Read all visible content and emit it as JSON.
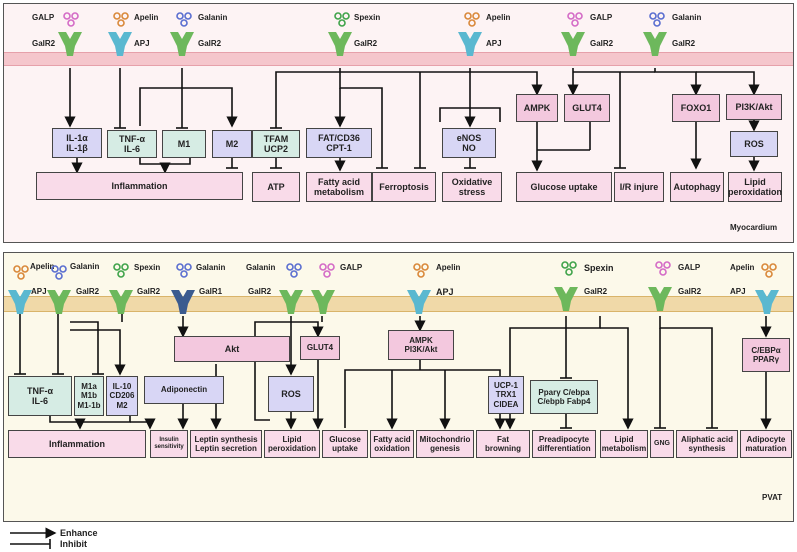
{
  "myocardium": {
    "region_label": "Myocardium",
    "receptors": [
      {
        "ligand": "GALP",
        "receptor": "GalR2",
        "color": "#d46bc6"
      },
      {
        "ligand": "Apelin",
        "receptor": "APJ",
        "color": "#d9883a"
      },
      {
        "ligand": "Galanin",
        "receptor": "GalR2",
        "color": "#5a6ed0"
      },
      {
        "ligand": "Spexin",
        "receptor": "GalR2",
        "color": "#3fa34a"
      },
      {
        "ligand": "Apelin",
        "receptor": "APJ",
        "color": "#d9883a"
      },
      {
        "ligand": "GALP",
        "receptor": "GalR2",
        "color": "#d46bc6"
      },
      {
        "ligand": "Galanin",
        "receptor": "GalR2",
        "color": "#5a6ed0"
      }
    ],
    "mediators": [
      "IL-1α\nIL-1β",
      "TNF-α\nIL-6",
      "M1",
      "M2",
      "TFAM\nUCP2",
      "FAT/CD36\nCPT-1",
      "eNOS\nNO",
      "AMPK",
      "GLUT4",
      "FOXO1",
      "PI3K/Akt",
      "ROS"
    ],
    "outcomes": [
      "Inflammation",
      "ATP",
      "Fatty acid\nmetabolism",
      "Ferroptosis",
      "Oxidative\nstress",
      "Glucose uptake",
      "I/R injure",
      "Autophagy",
      "Lipid\nperoxidation"
    ]
  },
  "pvat": {
    "region_label": "PVAT",
    "receptors": [
      {
        "ligand": "Apelin",
        "receptor": "APJ",
        "color": "#d9883a"
      },
      {
        "ligand": "Galanin",
        "receptor": "GalR2",
        "color": "#5a6ed0"
      },
      {
        "ligand": "Spexin",
        "receptor": "GalR2",
        "color": "#3fa34a"
      },
      {
        "ligand": "Galanin",
        "receptor": "GalR1",
        "color": "#5a6ed0"
      },
      {
        "ligand": "Galanin",
        "receptor": "GalR2",
        "color": "#5a6ed0"
      },
      {
        "ligand": "GALP",
        "receptor": "",
        "color": "#d46bc6"
      },
      {
        "ligand": "Apelin",
        "receptor": "APJ",
        "color": "#d9883a"
      },
      {
        "ligand": "Spexin",
        "receptor": "GalR2",
        "color": "#3fa34a"
      },
      {
        "ligand": "GALP",
        "receptor": "GalR2",
        "color": "#d46bc6"
      },
      {
        "ligand": "Apelin",
        "receptor": "APJ",
        "color": "#d9883a"
      }
    ],
    "mediators": [
      "TNF-α\nIL-6",
      "M1a\nM1b\nM1-1b",
      "IL-10\nCD206\nM2",
      "Adiponectin",
      "Akt",
      "ROS",
      "GLUT4",
      "AMPK\nPI3K/Akt",
      "UCP-1\nTRX1\nCIDEA",
      "Pparγ  C/ebpa\nC/ebpb  Fabp4",
      "C/EBPα\nPPARγ"
    ],
    "outcomes": [
      "Inflammation",
      "Insulin\nsensitivity",
      "Leptin synthesis\nLeptin secretion",
      "Lipid\nperoxidation",
      "Glucose\nuptake",
      "Fatty acid\noxidation",
      "Mitochondrio\ngenesis",
      "Fat\nbrowning",
      "Preadipocyte\ndifferentiation",
      "Lipid\nmetabolism",
      "GNG",
      "Aliphatic acid\nsynthesis",
      "Adipocyte\nmaturation"
    ]
  },
  "legend": {
    "enhance": "Enhance",
    "inhibit": "Inhibit"
  },
  "colors": {
    "receptor_green": "#6db85c",
    "receptor_teal": "#5ab8d0",
    "receptor_navy": "#3b5b8f",
    "membrane_top": "#f5c6cc",
    "membrane_bottom": "#f0d9a8"
  }
}
